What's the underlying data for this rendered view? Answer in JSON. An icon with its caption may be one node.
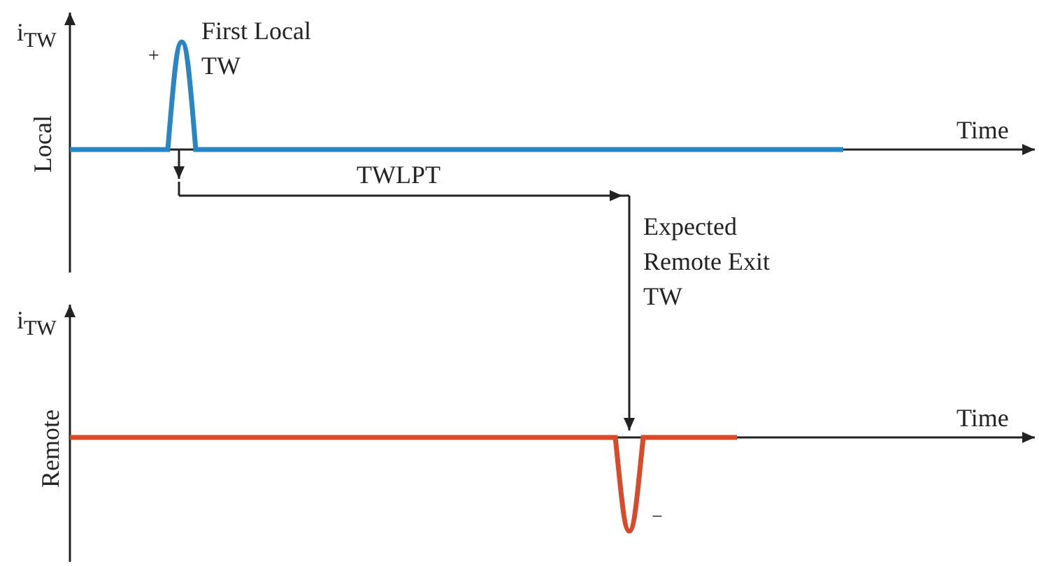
{
  "diagram": {
    "labels": [
      "i$_{TW}$",
      "+",
      "First Local TW",
      "Time",
      "Local",
      "TWLPT",
      "Expected Remote Exit TW",
      "i$_{TW}$",
      "Time",
      "Remote",
      "−"
    ]
  }
}
